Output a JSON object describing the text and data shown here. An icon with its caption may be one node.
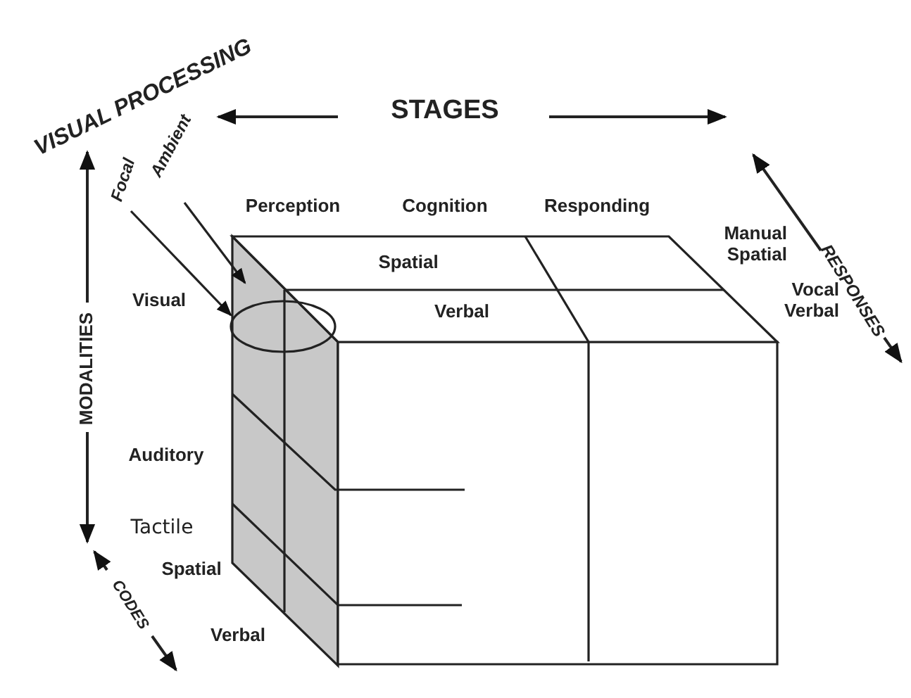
{
  "diagram": {
    "nodes": [
      {
        "text": [
          "Focal"
        ]
      },
      {
        "text": [
          "Ambient"
        ]
      }
    ],
    "edges": [
      {
        "from": 0,
        "to": null,
        "arrow": "to"
      },
      {
        "from": 1,
        "to": null,
        "arrow": "to"
      }
    ],
    "labels": [
      "VISUAL PROCESSING",
      "STAGES",
      "RESPONSES",
      "MODALITIES",
      "CODES",
      "Perception",
      "Cognition",
      "Responding",
      "Spatial",
      "Verbal",
      "Manual Spatial",
      "Vocal Verbal",
      "Visual",
      "Auditory",
      "Tactile",
      "Spatial",
      "Verbal"
    ]
  }
}
